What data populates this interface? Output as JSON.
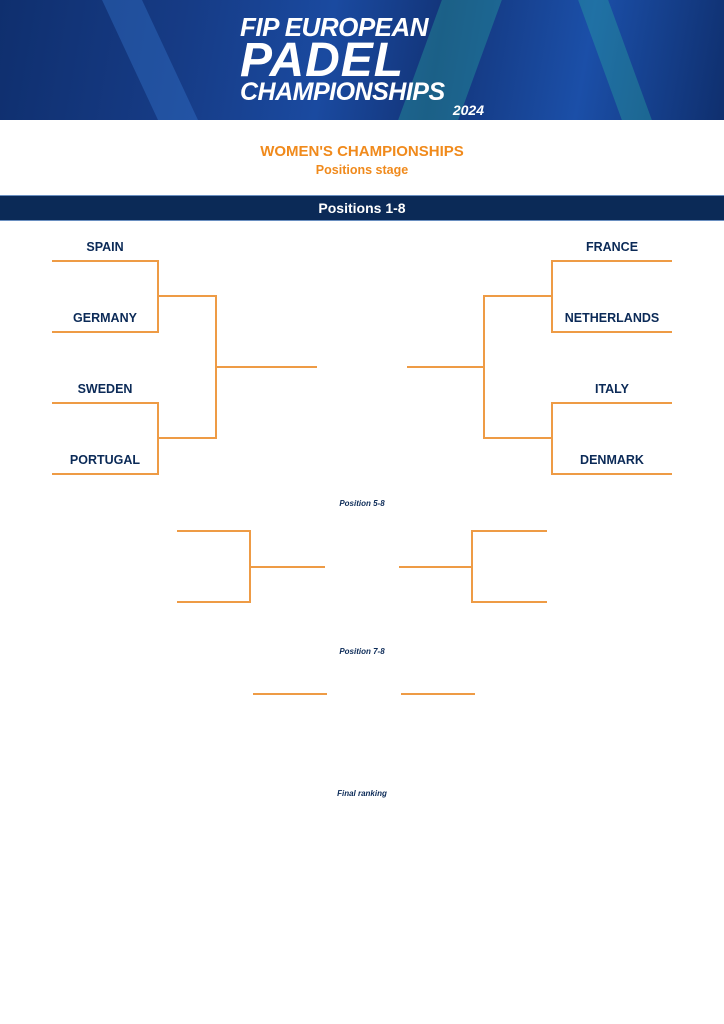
{
  "header": {
    "logo_lines": [
      "FIP EUROPEAN",
      "PADEL",
      "CHAMPIONSHIPS",
      "2024"
    ],
    "title": "WOMEN'S CHAMPIONSHIPS",
    "subtitle": "Positions stage"
  },
  "section": {
    "title": "Positions 1-8"
  },
  "teams": {
    "left": [
      "SPAIN",
      "GERMANY",
      "SWEDEN",
      "PORTUGAL"
    ],
    "right": [
      "FRANCE",
      "NETHERLANDS",
      "ITALY",
      "DENMARK"
    ]
  },
  "labels": {
    "pos58": "Position 5-8",
    "pos78": "Position 7-8",
    "final": "Final ranking"
  },
  "colors": {
    "accent": "#f08a1c",
    "navy": "#0b2a57",
    "bracket_line": "#ee9b45"
  }
}
